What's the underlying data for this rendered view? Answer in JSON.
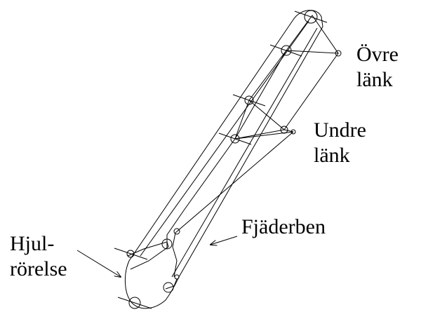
{
  "labels": {
    "upper_link": [
      "Övre",
      "länk"
    ],
    "lower_link": [
      "Undre",
      "länk"
    ],
    "strut": [
      "Fjäderben"
    ],
    "wheel_travel": [
      "Hjul-",
      "rörelse"
    ]
  },
  "colors": {
    "ink": "#000000",
    "background": "#ffffff"
  }
}
